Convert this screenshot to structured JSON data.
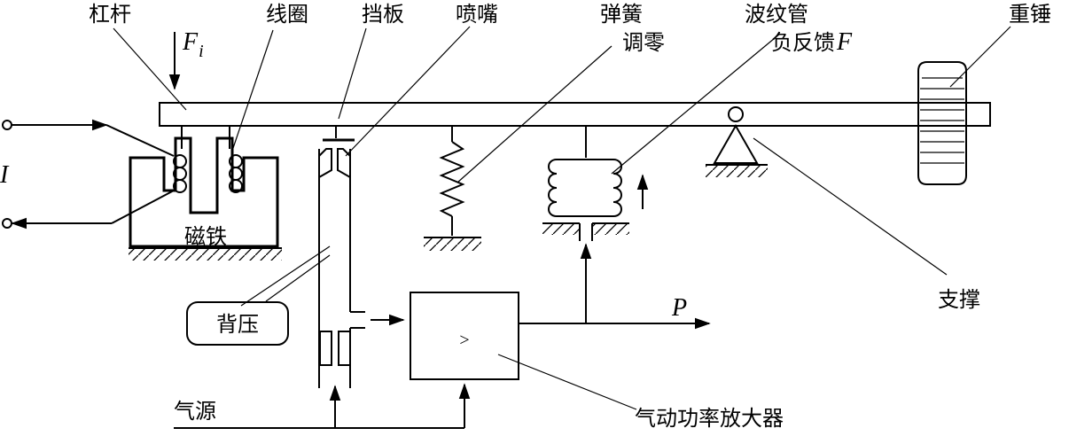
{
  "labels": {
    "lever": "杠杆",
    "input_force": "F",
    "input_force_sub": "i",
    "coil": "线圈",
    "flapper": "挡板",
    "nozzle": "喷嘴",
    "spring": "弹簧",
    "zero_adjust": "调零",
    "bellows": "波纹管",
    "negative_feedback": "负反馈",
    "feedback_symbol": "F",
    "counterweight": "重锤",
    "current": "I",
    "magnet": "磁铁",
    "back_pressure": "背压",
    "pressure_output": "P",
    "amplifier_symbol": ">",
    "support": "支撑",
    "air_source": "气源",
    "amplifier": "气动功率放大器"
  }
}
